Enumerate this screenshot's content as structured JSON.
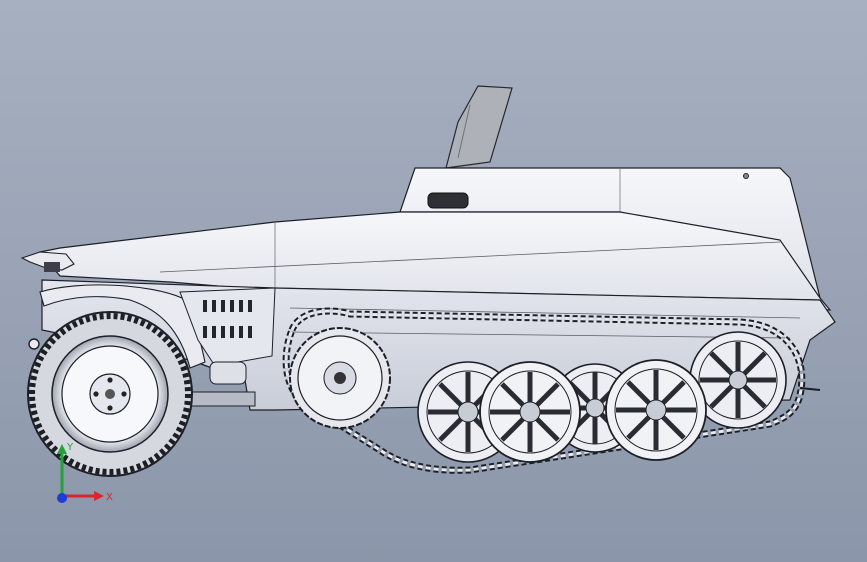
{
  "viewport": {
    "background_top": "#a7b0c0",
    "background_bottom": "#8b96aa"
  },
  "model": {
    "hull_color": "#eef0f5",
    "hull_shadow": "#d9dce6",
    "line_color": "#1d1f26",
    "shield_color": "#a9acb2",
    "road_wheel_count": 5,
    "icons": [
      "halftrack-model-icon",
      "front-tire-icon",
      "drive-sprocket-icon",
      "road-wheel-icon"
    ]
  },
  "triad": {
    "x_label": "X",
    "y_label": "Y",
    "x_color": "#d8262c",
    "y_color": "#27a23a",
    "z_color": "#1c3dd6"
  }
}
